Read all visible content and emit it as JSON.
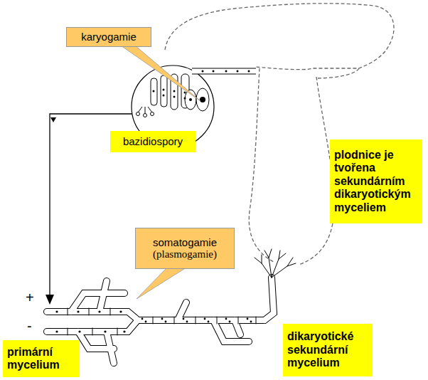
{
  "diagram": {
    "nodes": [
      {
        "text": [
          "karyogamie"
        ]
      },
      {
        "text": [
          "bazidiospory"
        ]
      },
      {
        "text": [
          "plodnice je tvořena sekundárním dikaryotickým myceliem"
        ]
      },
      {
        "text": [
          "somatogamie",
          "(plasmogamie)"
        ]
      },
      {
        "text": [
          "primární mycelium"
        ]
      },
      {
        "text": [
          "dikaryotické sekundární mycelium"
        ]
      }
    ],
    "labels": [
      "+",
      "-"
    ]
  }
}
